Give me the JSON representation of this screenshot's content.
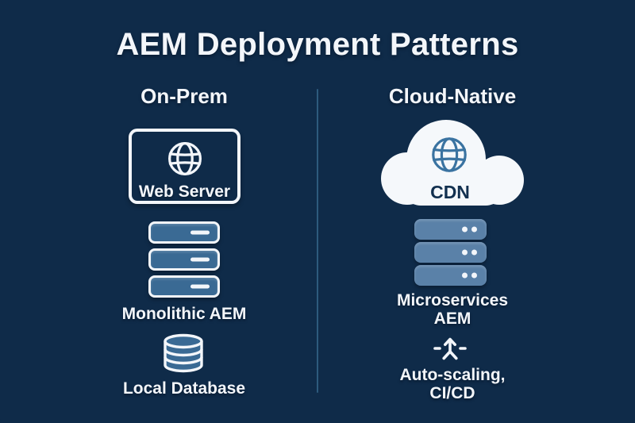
{
  "title": "AEM Deployment Patterns",
  "left_column": {
    "header": "On-Prem",
    "web_server": {
      "icon": "globe-icon",
      "label": "Web Server"
    },
    "monolith": {
      "icon": "server-stack-icon",
      "label": "Monolithic AEM"
    },
    "database": {
      "icon": "database-cylinder-icon",
      "label": "Local Database"
    }
  },
  "right_column": {
    "header": "Cloud-Native",
    "cdn": {
      "icon": "cloud-globe-icon",
      "label": "CDN"
    },
    "microservices": {
      "icon": "server-stack-icon",
      "label": "Microservices\nAEM"
    },
    "auto_scaling": {
      "icon": "merge-arrow-icon",
      "label": "Auto-scaling,\nCI/CD"
    }
  },
  "colors": {
    "background": "#0f2b49",
    "background_edge": "#0b2340",
    "text": "#f3f6fa",
    "divider": "#2d5a7d",
    "server_fill_left": "#3a6a94",
    "server_fill_right": "#5a81a8",
    "cloud_fill": "#f5f8fb",
    "cloud_globe": "#3a73a1",
    "cdn_text": "#12304f"
  }
}
